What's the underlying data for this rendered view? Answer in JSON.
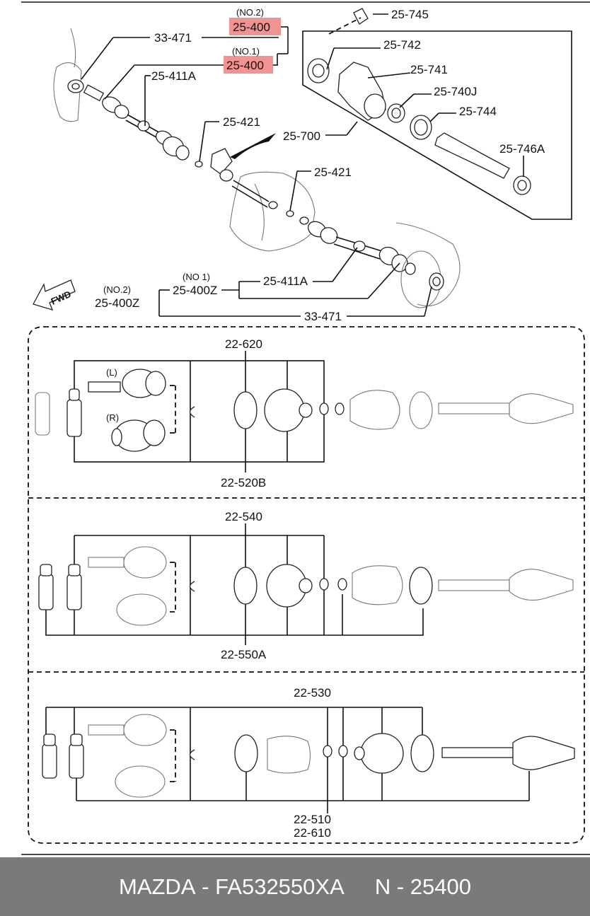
{
  "diagram": {
    "callouts": {
      "no2_top": "(NO.2)",
      "part_25_400_no2": "25-400",
      "no1_top": "(NO.1)",
      "part_25_400_no1": "25-400",
      "part_33_471_top": "33-471",
      "part_25_411A_top": "25-411A",
      "part_25_745": "25-745",
      "part_25_742": "25-742",
      "part_25_741": "25-741",
      "part_25_740J": "25-740J",
      "part_25_744": "25-744",
      "part_25_700": "25-700",
      "part_25_746A": "25-746A",
      "part_25_421_a": "25-421",
      "part_25_421_b": "25-421",
      "no1_bottom": "(NO 1)",
      "part_25_400Z_no1": "25-400Z",
      "no2_bottom": "(NO.2)",
      "part_25_400Z_no2": "25-400Z",
      "part_25_411A_bottom": "25-411A",
      "part_33_471_bottom": "33-471",
      "fwd": "FWD",
      "section1_top": "22-620",
      "section1_bottom": "22-520B",
      "left_mark": "(L)",
      "right_mark": "(R)",
      "section2_top": "22-540",
      "section2_bottom": "22-550A",
      "section3_top": "22-530",
      "section3_bottom_a": "22-510",
      "section3_bottom_b": "22-610"
    },
    "highlight_color": "#f08080"
  },
  "footer": {
    "brand": "MAZDA",
    "part_number": "FA532550XA",
    "ref": "N - 25400"
  }
}
